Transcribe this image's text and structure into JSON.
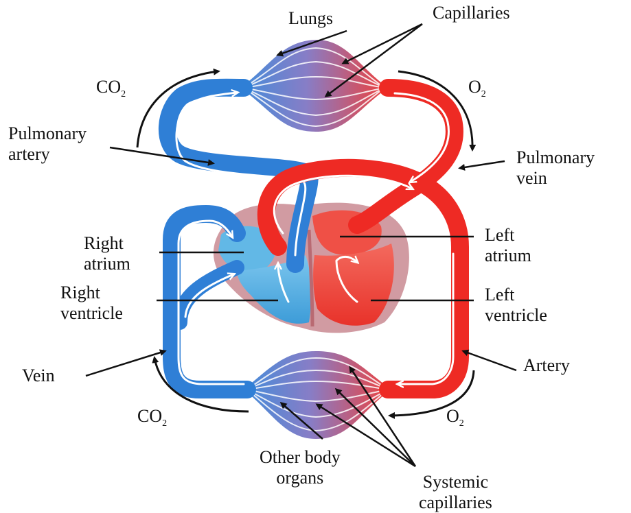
{
  "diagram": {
    "labels": {
      "lungs": "Lungs",
      "capillaries": "Capillaries",
      "co2_top": {
        "base": "CO",
        "sub": "2"
      },
      "o2_top": {
        "base": "O",
        "sub": "2"
      },
      "pulmonary_artery": [
        "Pulmonary",
        "artery"
      ],
      "pulmonary_vein": [
        "Pulmonary",
        "vein"
      ],
      "right_atrium": [
        "Right",
        "atrium"
      ],
      "left_atrium": [
        "Left",
        "atrium"
      ],
      "right_ventricle": [
        "Right",
        "ventricle"
      ],
      "left_ventricle": [
        "Left",
        "ventricle"
      ],
      "vein": "Vein",
      "artery": "Artery",
      "co2_bottom": {
        "base": "CO",
        "sub": "2"
      },
      "o2_bottom": {
        "base": "O",
        "sub": "2"
      },
      "other_body_organs": [
        "Other body",
        "organs"
      ],
      "systemic_capillaries": [
        "Systemic",
        "capillaries"
      ]
    },
    "colors": {
      "deoxygenated": "#2f7fd6",
      "oxygenated": "#ee2a24",
      "heart_wall": "#c98a92",
      "right_chamber": "#62b8e6",
      "left_chamber": "#ee4a40",
      "pointer": "#111111"
    }
  }
}
